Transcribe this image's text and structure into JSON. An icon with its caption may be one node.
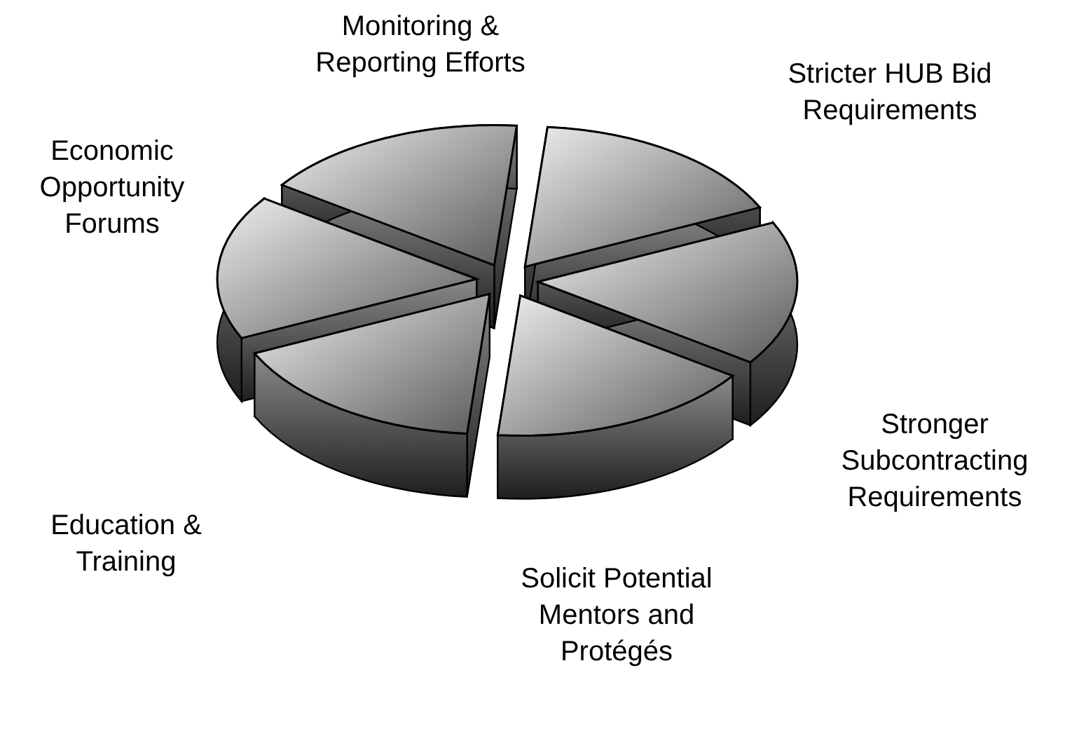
{
  "diagram": {
    "labels": [
      "Monitoring & Reporting Efforts",
      "Stricter HUB Bid Requirements",
      "Economic Opportunity Forums",
      "Stronger Subcontracting Requirements",
      "Education & Training",
      "Solicit Potential Mentors and Protégés"
    ]
  }
}
